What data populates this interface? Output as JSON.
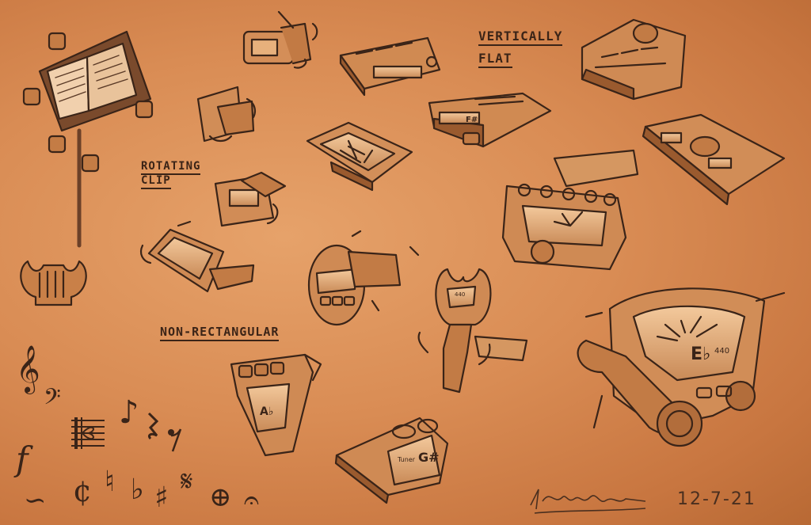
{
  "labels": {
    "vertically": "VERTICALLY",
    "flat": "FLAT",
    "rotating": "ROTATING",
    "clip": "CLIP",
    "non_rectangular": "NON-RECTANGULAR"
  },
  "tuner_readouts": {
    "flat_tuner_note": "F#",
    "shield_tuner_note": "A♭",
    "bottom_tuner_note": "G#",
    "bottom_tuner_sub": "Tuner",
    "big_tuner_note": "E♭",
    "big_tuner_freq": "440",
    "lyre_tuner_freq": "440"
  },
  "signature": {
    "date": "12-7-21"
  },
  "symbols": {
    "treble_clef": "𝄞",
    "bass_clef": "𝄢",
    "note_eighth": "♪",
    "forte": "𝑓",
    "cut_time": "¢",
    "natural": "♮",
    "flat": "♭",
    "sharp": "♯",
    "coda": "⊕",
    "turn": "∽",
    "segno": "𝄋",
    "fermata": "𝄐"
  },
  "colors": {
    "background": "#d98c54",
    "ink": "#3a2418",
    "highlight": "#f2c9a0",
    "shadow": "#9a5a2e"
  }
}
